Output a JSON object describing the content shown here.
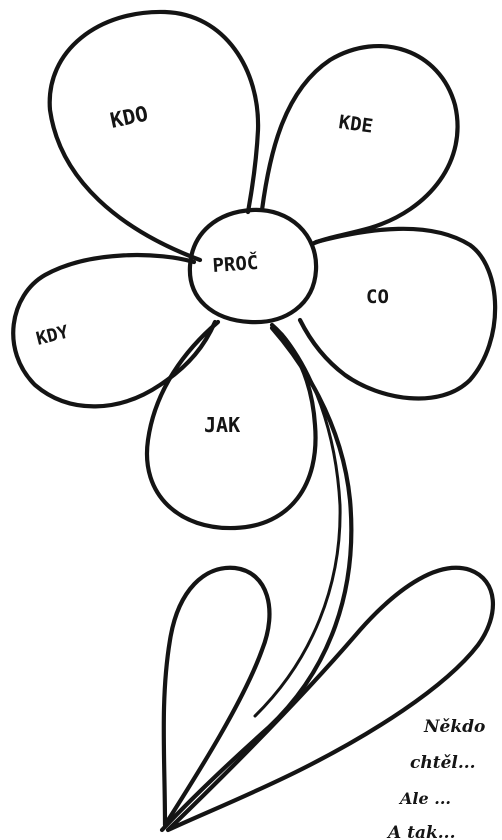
{
  "flower": {
    "center": "PROČ",
    "petals": {
      "top_left": "KDO",
      "top_right": "KDE",
      "right": "CO",
      "left": "KDY",
      "bottom": "JAK"
    }
  },
  "notes": [
    "Někdo",
    "chtěl...",
    "Ale ...",
    "A tak..."
  ]
}
